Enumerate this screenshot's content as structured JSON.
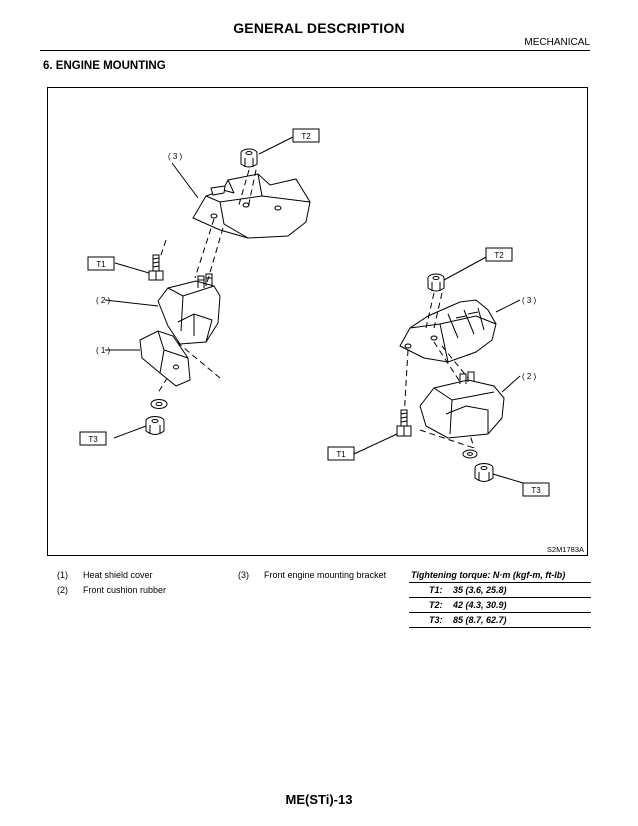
{
  "header": {
    "title": "GENERAL DESCRIPTION",
    "category": "MECHANICAL"
  },
  "section_title": "6. ENGINE MOUNTING",
  "figure": {
    "labels": {
      "t2_left": "T2",
      "t2_right": "T2",
      "t1_left": "T1",
      "t1_right": "T1",
      "t3_left": "T3",
      "t3_right": "T3",
      "c3_left": "( 3 )",
      "c2_left": "( 2 )",
      "c1_left": "( 1 )",
      "c3_right": "( 3 )",
      "c2_right": "( 2 )"
    },
    "code": "S2M1783A"
  },
  "legend": {
    "items": [
      {
        "num": "(1)",
        "label": "Heat shield cover"
      },
      {
        "num": "(2)",
        "label": "Front cushion rubber"
      },
      {
        "num": "(3)",
        "label": "Front engine mounting bracket"
      }
    ]
  },
  "torque": {
    "title": "Tightening torque: N·m (kgf-m, ft-lb)",
    "rows": [
      {
        "key": "T1:",
        "value": "35 (3.6, 25.8)"
      },
      {
        "key": "T2:",
        "value": "42 (4.3, 30.9)"
      },
      {
        "key": "T3:",
        "value": "85 (8.7, 62.7)"
      }
    ]
  },
  "footer": {
    "page_id": "ME(STi)-13"
  }
}
